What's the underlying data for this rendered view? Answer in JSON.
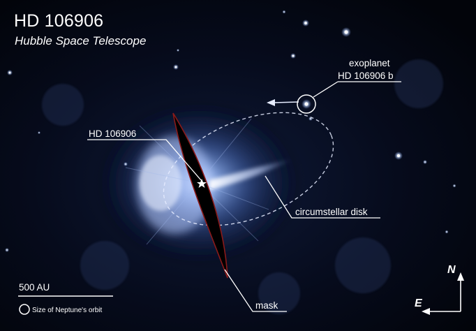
{
  "header": {
    "title": "HD 106906",
    "subtitle": "Hubble Space Telescope"
  },
  "labels": {
    "exoplanet_line1": "exoplanet",
    "exoplanet_line2": "HD 106906 b",
    "host_star": "HD 106906",
    "disk": "circumstellar disk",
    "mask": "mask"
  },
  "scale": {
    "bar_label": "500 AU",
    "orbit_note": "Size of Neptune's orbit"
  },
  "compass": {
    "north": "N",
    "east": "E"
  },
  "icons": {
    "host_star": "star-icon",
    "planet_marker": "circle-marker-icon",
    "orbit_direction": "arrow-left-icon",
    "compass": "compass-arrows-icon",
    "scale_circle": "circle-outline-icon"
  },
  "colors": {
    "sky": "#02040a",
    "glow": "#6f8fd0",
    "mask_edge": "#8a1a1a",
    "annotation": "#ffffff"
  }
}
